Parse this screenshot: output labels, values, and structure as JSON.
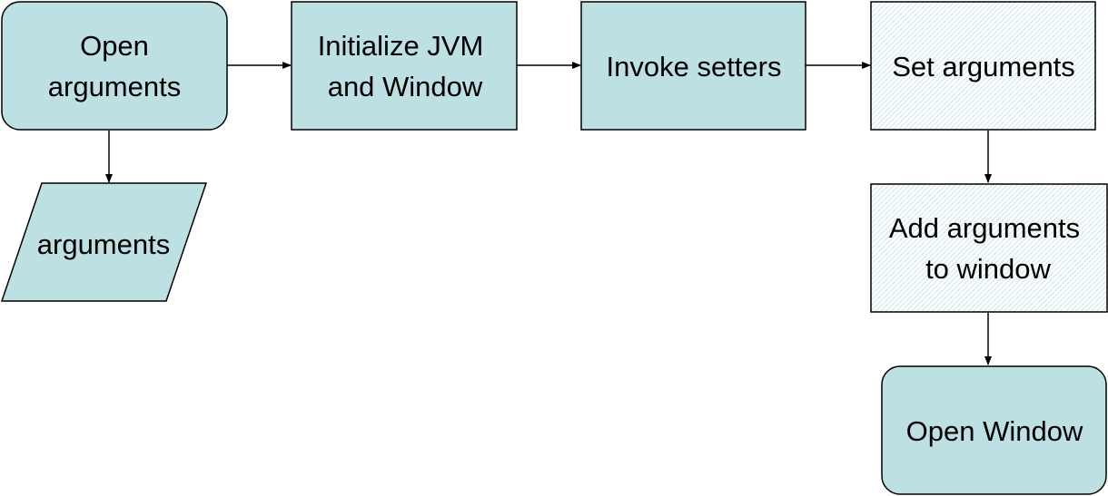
{
  "colors": {
    "fill_solid": "#bde0e3",
    "fill_hatch_base": "#ffffff",
    "fill_hatch_line": "#bde0e3",
    "stroke": "#000000"
  },
  "nodes": {
    "open_arguments": {
      "shape": "rounded-rectangle",
      "line1": "Open",
      "line2": "arguments"
    },
    "initialize_jvm": {
      "shape": "rectangle",
      "line1": "Initialize JVM",
      "line2": "and Window"
    },
    "invoke_setters": {
      "shape": "rectangle",
      "line1": "Invoke setters"
    },
    "set_arguments": {
      "shape": "hatched-rectangle",
      "line1": "Set arguments"
    },
    "add_arguments": {
      "shape": "hatched-rectangle",
      "line1": "Add arguments",
      "line2": "to window"
    },
    "arguments_data": {
      "shape": "parallelogram",
      "line1": "arguments"
    },
    "open_window": {
      "shape": "rounded-rectangle",
      "line1": "Open Window"
    }
  },
  "edges": [
    {
      "from": "open_arguments",
      "to": "initialize_jvm"
    },
    {
      "from": "initialize_jvm",
      "to": "invoke_setters"
    },
    {
      "from": "invoke_setters",
      "to": "set_arguments"
    },
    {
      "from": "open_arguments",
      "to": "arguments_data"
    },
    {
      "from": "set_arguments",
      "to": "add_arguments"
    },
    {
      "from": "add_arguments",
      "to": "open_window"
    }
  ]
}
